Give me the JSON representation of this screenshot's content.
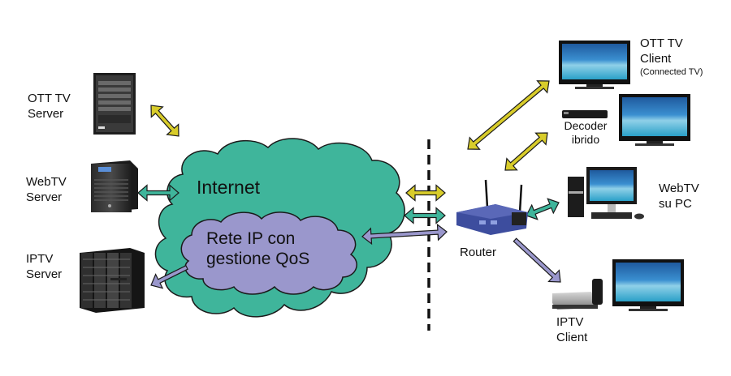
{
  "colors": {
    "internet_cloud": "#3fb59b",
    "qos_cloud": "#9a97cc",
    "arrow_ott": "#d8cc2a",
    "arrow_webtv": "#3fb59b",
    "arrow_iptv": "#9a97cc",
    "outline": "#1a1a1a",
    "boundary_line": "#111111"
  },
  "servers": {
    "ott": {
      "label_line1": "OTT TV",
      "label_line2": "Server",
      "icon": "rack-server-icon"
    },
    "webtv": {
      "label_line1": "WebTV",
      "label_line2": "Server",
      "icon": "tower-server-icon"
    },
    "iptv": {
      "label_line1": "IPTV",
      "label_line2": "Server",
      "icon": "datacenter-racks-icon"
    }
  },
  "network": {
    "internet_label": "Internet",
    "qos_label_line1": "Rete IP con",
    "qos_label_line2": "gestione QoS"
  },
  "router": {
    "label": "Router",
    "icon": "wifi-router-icon"
  },
  "clients": {
    "ott": {
      "label_line1": "OTT TV",
      "label_line2": "Client",
      "label_note": "(Connected TV)",
      "icon": "tv-icon"
    },
    "decoder": {
      "label_line1": "Decoder",
      "label_line2": "ibrido",
      "icon": "set-top-box-icon"
    },
    "webtv_pc": {
      "label_line1": "WebTV",
      "label_line2": "su PC",
      "icon": "desktop-pc-icon"
    },
    "iptv": {
      "label_line1": "IPTV",
      "label_line2": "Client",
      "icon": "iptv-box-icon"
    }
  }
}
